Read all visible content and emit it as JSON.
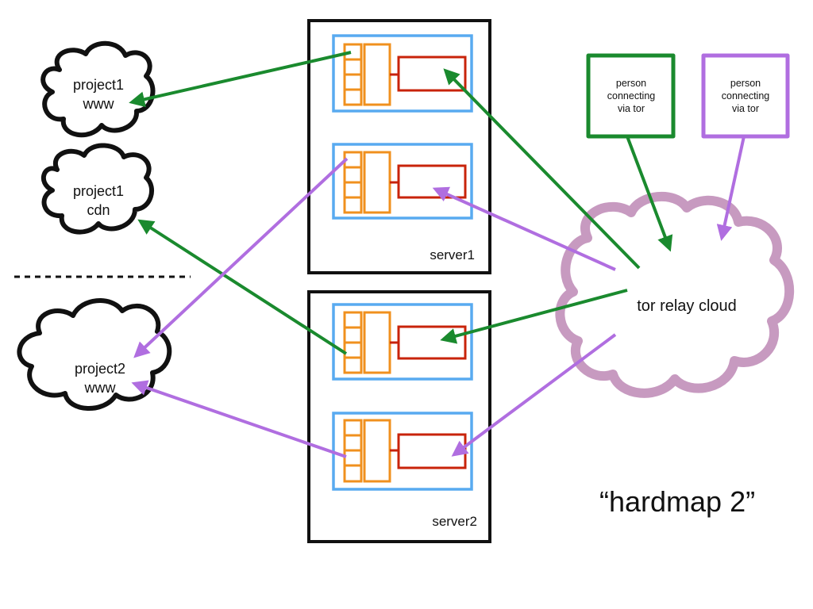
{
  "colors": {
    "green": "#1a8a2e",
    "purple": "#b06ee0",
    "orange": "#f0901e",
    "red": "#c8230a",
    "blue": "#58aaf0",
    "relay_cloud": "#c79ac0",
    "black": "#111111"
  },
  "clouds": {
    "project1_www": {
      "line1": "project1",
      "line2": "www"
    },
    "project1_cdn": {
      "line1": "project1",
      "line2": "cdn"
    },
    "project2_www": {
      "line1": "project2",
      "line2": "www"
    }
  },
  "servers": {
    "server1": {
      "label": "server1"
    },
    "server2": {
      "label": "server2"
    }
  },
  "persons": {
    "green": {
      "line1": "person",
      "line2": "connecting",
      "line3": "via tor"
    },
    "purple": {
      "line1": "person",
      "line2": "connecting",
      "line3": "via tor"
    }
  },
  "relay": {
    "label": "tor relay cloud"
  },
  "caption": "“hardmap 2”"
}
